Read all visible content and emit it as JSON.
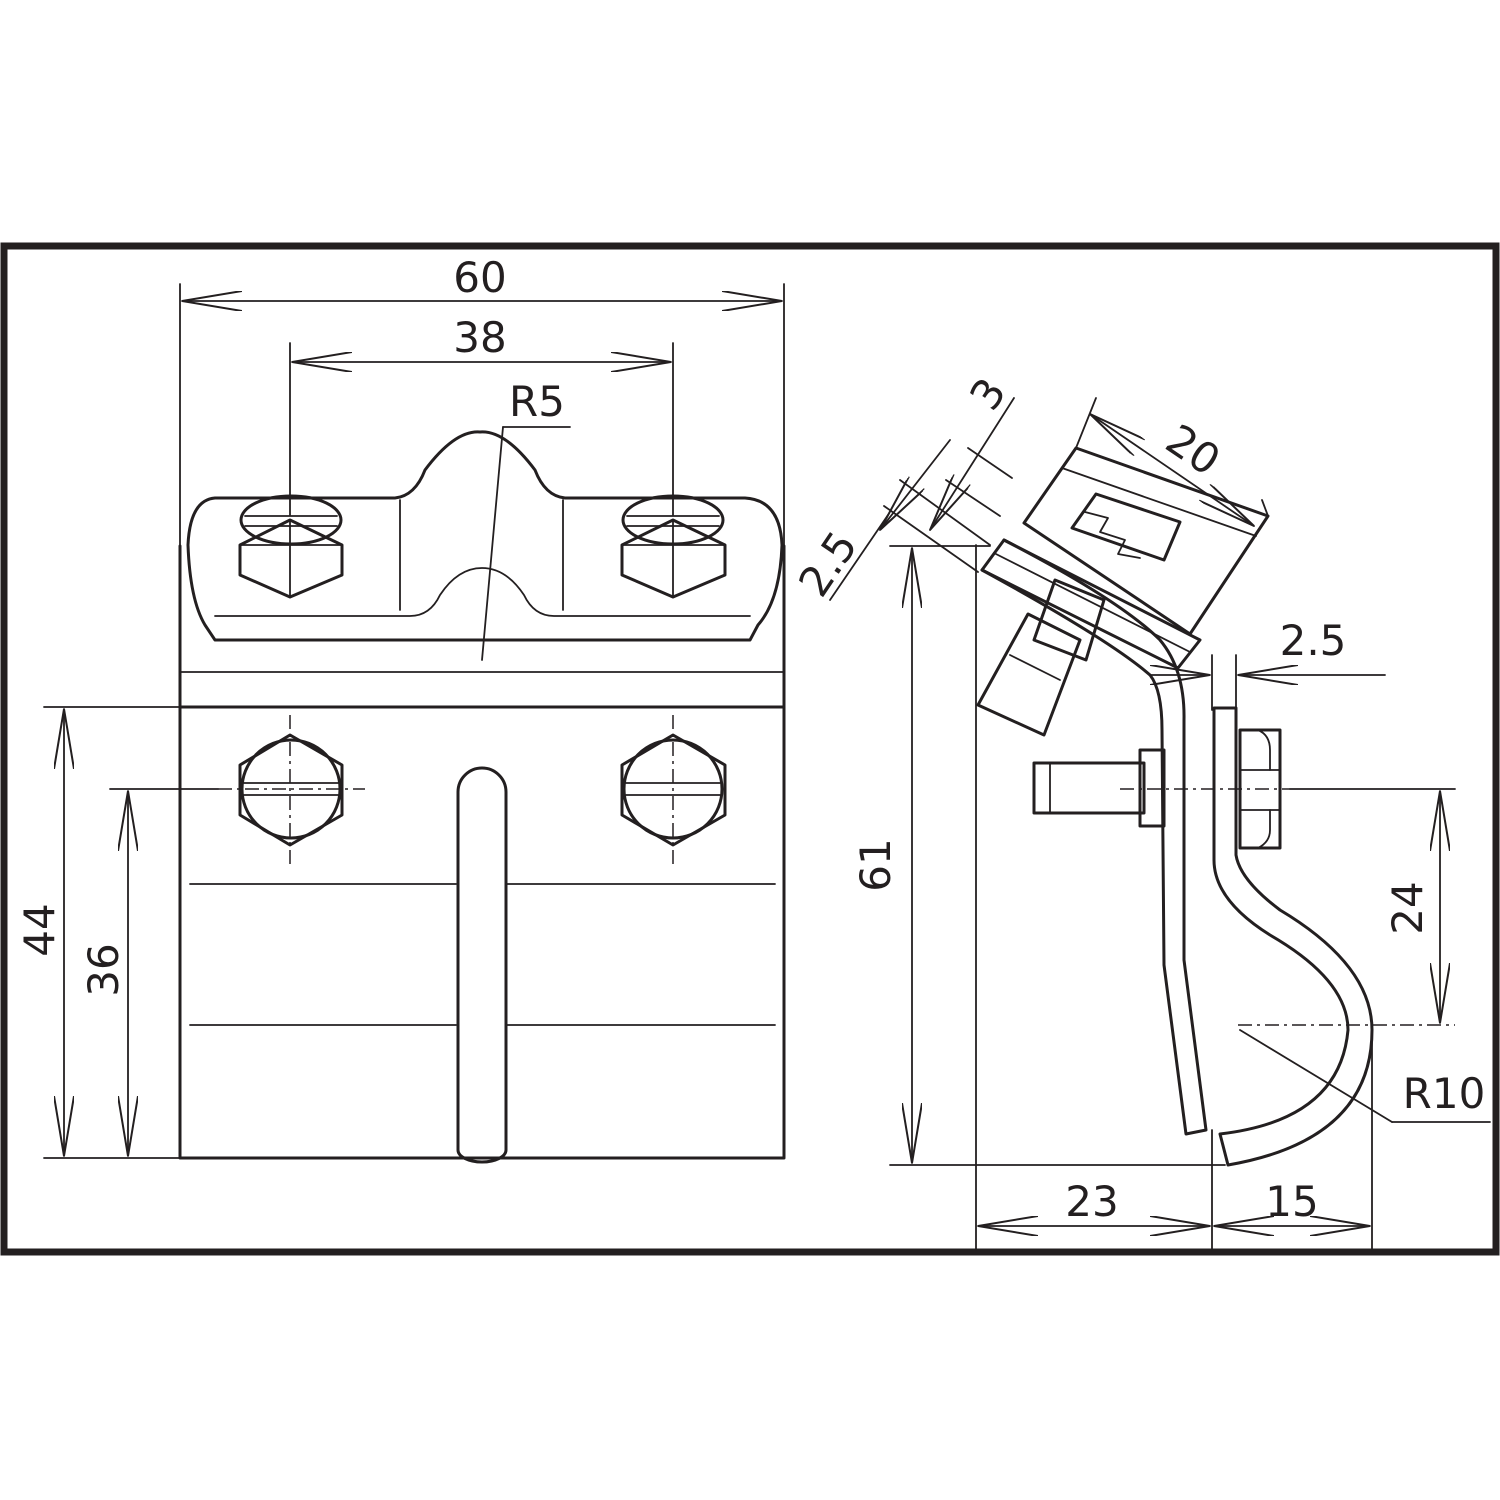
{
  "drawing": {
    "dimensions": {
      "width_total": "60",
      "bolt_spacing": "38",
      "radius_small": "R5",
      "height_total": "44",
      "bolt_height": "36",
      "side_height": "61",
      "plate_thickness_3": "3",
      "clamp_width_20": "20",
      "thickness_left": "2.5",
      "thickness_right": "2.5",
      "bolt_offset_24": "24",
      "radius_large": "R10",
      "depth_23": "23",
      "depth_15": "15"
    }
  }
}
